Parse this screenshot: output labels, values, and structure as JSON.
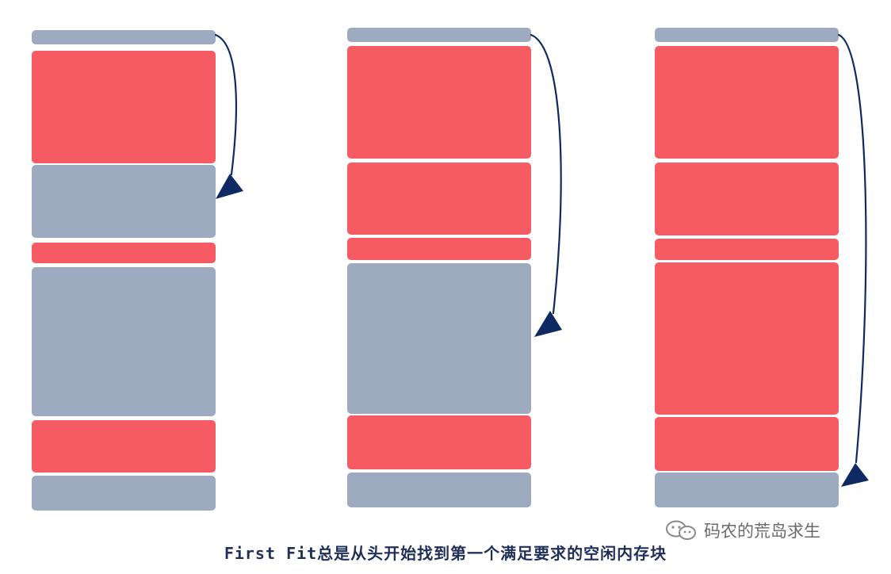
{
  "caption": "First Fit总是从头开始找到第一个满足要求的空闲内存块",
  "watermark": {
    "text": "码农的荒岛求生",
    "icon": "wechat-icon"
  },
  "colors": {
    "free": "#9daabf",
    "used": "#f65a62",
    "arrow": "#0f2a62"
  },
  "columns": [
    {
      "blocks": [
        "free",
        "used",
        "free",
        "used",
        "free",
        "used",
        "free"
      ],
      "arrow_target_block": 2
    },
    {
      "blocks": [
        "free",
        "used",
        "used",
        "used",
        "free",
        "used",
        "free"
      ],
      "arrow_target_block": 4
    },
    {
      "blocks": [
        "free",
        "used",
        "used",
        "used",
        "used",
        "used",
        "free"
      ],
      "arrow_target_block": 6
    }
  ]
}
